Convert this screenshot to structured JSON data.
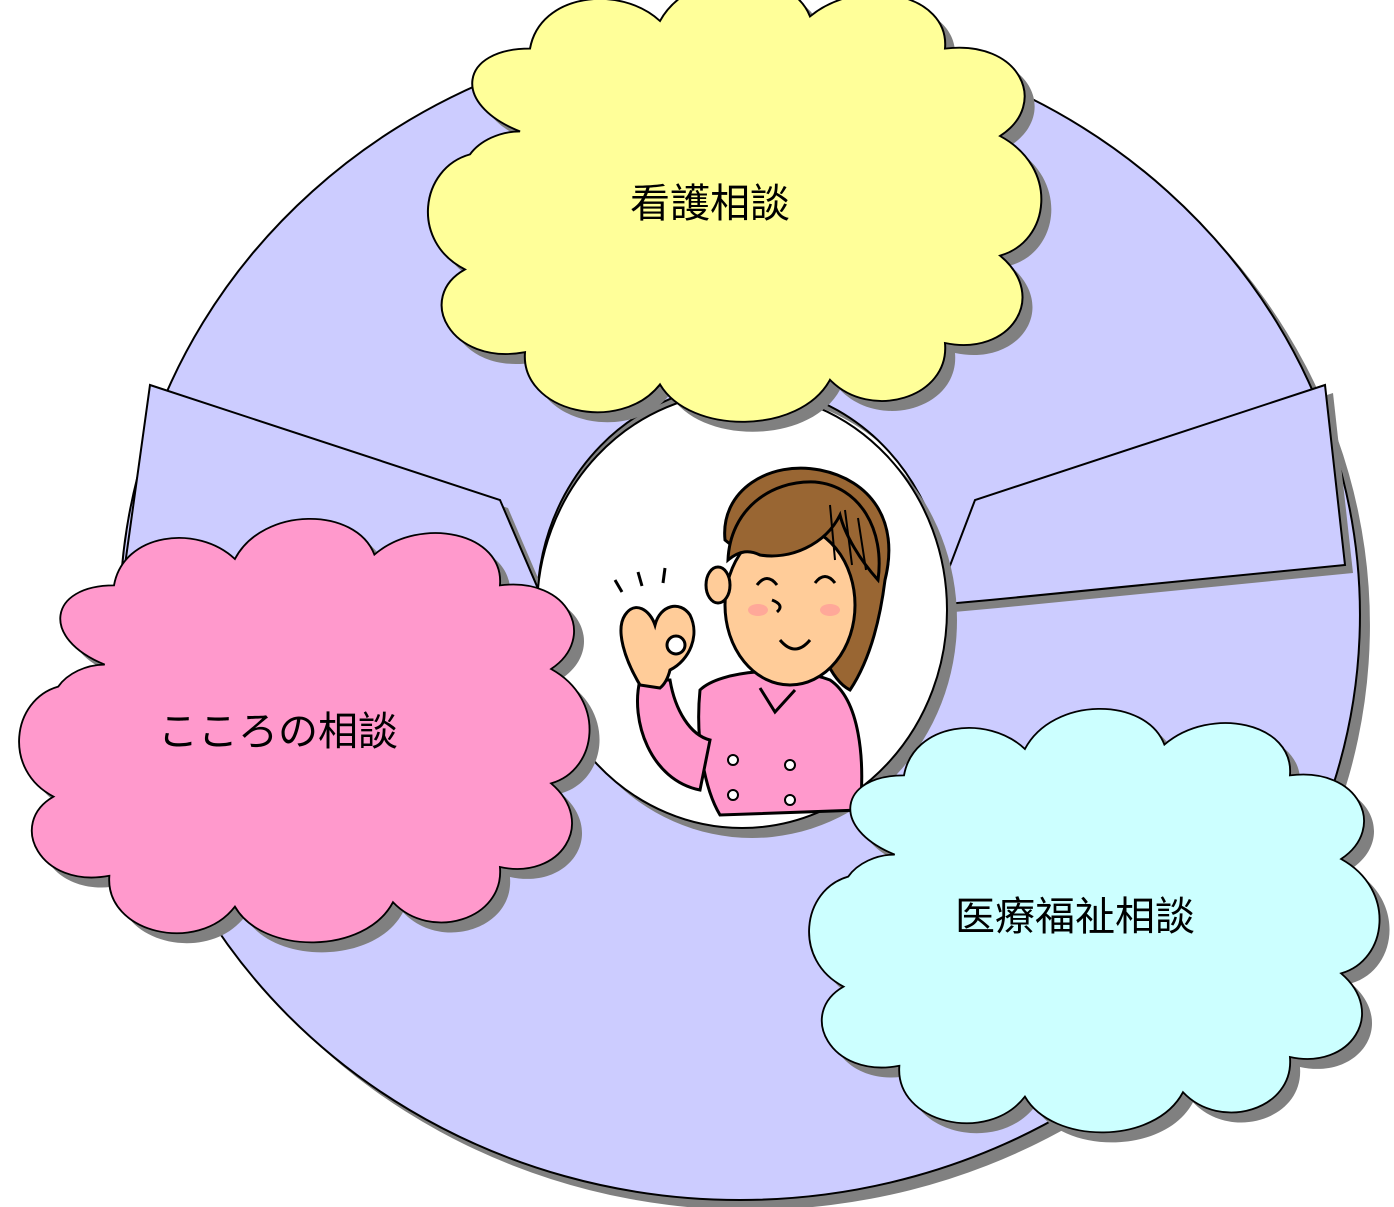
{
  "diagram": {
    "center": {
      "figure": "nurse-ok-gesture-illustration"
    },
    "ring": {
      "color": "#ccccff",
      "outline": "#000000",
      "shadow": "#808080"
    },
    "clouds": [
      {
        "id": "nursing",
        "label": "看護相談",
        "color": "#ffff99"
      },
      {
        "id": "mind",
        "label": "こころの相談",
        "color": "#ff99cc"
      },
      {
        "id": "welfare",
        "label": "医療福祉相談",
        "color": "#ccffff"
      }
    ]
  }
}
